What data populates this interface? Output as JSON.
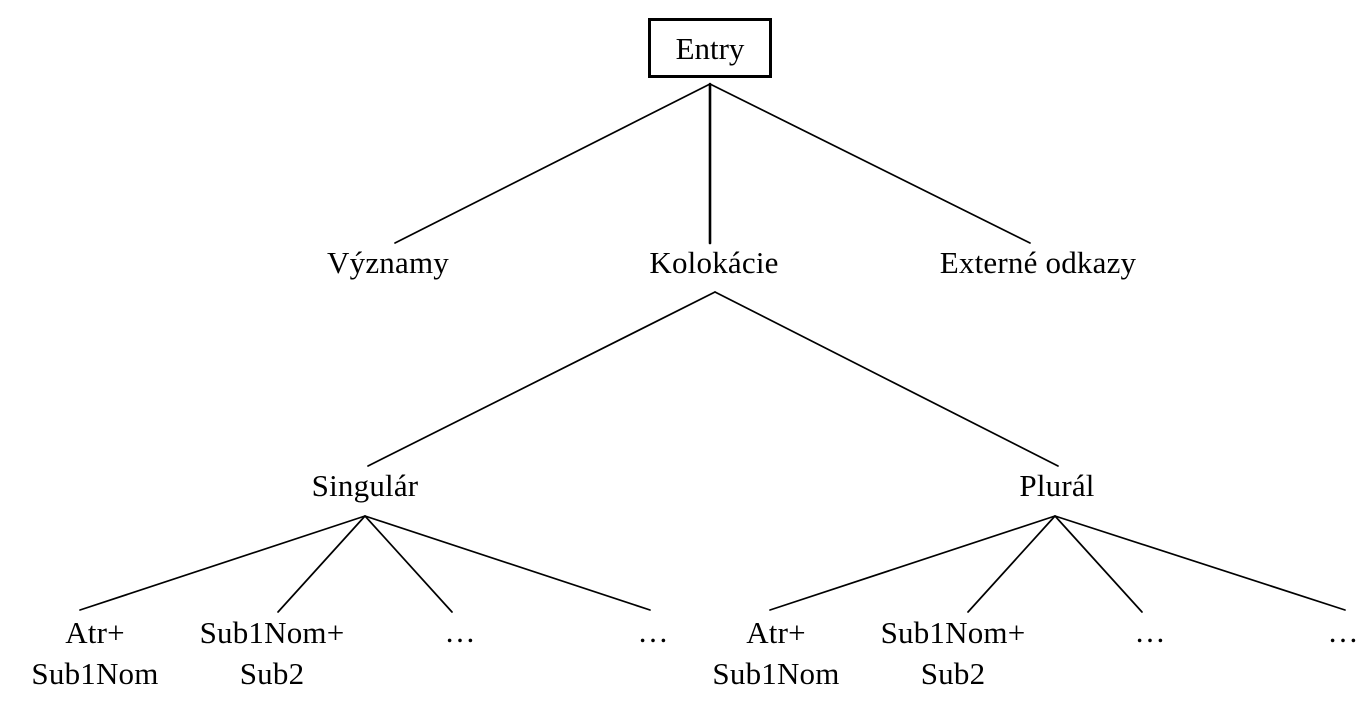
{
  "diagram": {
    "title": "Entry structure tree",
    "background_color": "#ffffff",
    "line_color": "#000000",
    "text_color": "#000000",
    "root": {
      "label": "Entry",
      "boxed": true
    },
    "level2": [
      {
        "label": "Významy"
      },
      {
        "label": "Kolokácie"
      },
      {
        "label": "Externé odkazy"
      }
    ],
    "level3": [
      {
        "label": "Singulár"
      },
      {
        "label": "Plurál"
      }
    ],
    "leaves_singular": [
      {
        "line1": "Atr+",
        "line2": "Sub1Nom"
      },
      {
        "line1": "Sub1Nom+",
        "line2": "Sub2"
      },
      {
        "line1": "…",
        "line2": ""
      },
      {
        "line1": "…",
        "line2": ""
      }
    ],
    "leaves_plural": [
      {
        "line1": "Atr+",
        "line2": "Sub1Nom"
      },
      {
        "line1": "Sub1Nom+",
        "line2": "Sub2"
      },
      {
        "line1": "…",
        "line2": ""
      },
      {
        "line1": "…",
        "line2": ""
      }
    ],
    "ellipsis_glyph": "…"
  }
}
